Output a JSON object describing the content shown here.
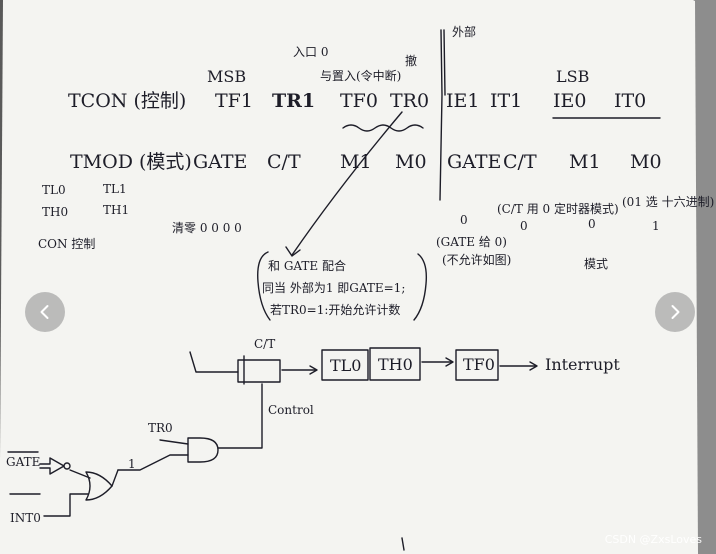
{
  "sheet": {
    "top_right_note": "外部",
    "int0_note": "入口 0",
    "tr0_note": "与置入(令中断)",
    "tr0_note_mark": "撤",
    "msb": "MSB",
    "lsb": "LSB",
    "tcon_label": "TCON (控制)",
    "tcon_bits": [
      "TF1",
      "TR1",
      "TF0",
      "TR0",
      "IE1",
      "IT1",
      "IE0",
      "IT0"
    ],
    "tmod_label": "TMOD (模式)",
    "tmod_bits": [
      "GATE",
      "C/T",
      "M1",
      "M0",
      "GATE",
      "C/T",
      "M1",
      "M0"
    ],
    "regs": [
      "TL0",
      "TL1",
      "TH0",
      "TH1"
    ],
    "con_label": "CON 控制",
    "clear_note": "清零 0 0 0 0",
    "ct_note": "(C/T 用 0 定时器模式)",
    "mode_note": "(01 选 十六进制)",
    "zero_values": [
      "0",
      "0",
      "0"
    ],
    "one_value": "1",
    "gate_note": "(GATE 给 0)",
    "gate_note2": "(不允许如图)",
    "mode_word": "模式",
    "bracket_lines": [
      "和 GATE 配合",
      "同当 外部为1 即GATE=1;",
      "若TR0=1:开始允许计数"
    ],
    "diagram": {
      "ct": "C/T",
      "tl0": "TL0",
      "th0": "TH0",
      "tf0": "TF0",
      "interrupt": "Interrupt",
      "control": "Control",
      "tr0": "TR0",
      "gate": "GATE",
      "int0": "INT0",
      "one": "1"
    }
  },
  "viewer": {
    "prev_icon": "chevron-left-icon",
    "next_icon": "chevron-right-icon",
    "watermark": "CSDN @ZxsLoves"
  }
}
